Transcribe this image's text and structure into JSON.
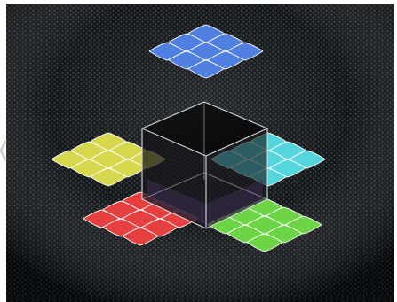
{
  "scene": {
    "background_colors": {
      "frame": "#ffffff",
      "panel_dark": "#07090b",
      "panel_glow": "#2a3035",
      "hex_texture": "#3b4248"
    },
    "cube": {
      "edge_color": "#cfd3d6",
      "top_face_color": "#0c0d0e",
      "left_face_color": "#111111",
      "right_face_color": "#101214",
      "shadow_tint": "#3c2d4c"
    },
    "tile_faces": [
      {
        "name": "top",
        "color": "#4f7fe0",
        "rows": 3,
        "cols": 3
      },
      {
        "name": "left",
        "color": "#d8d84f",
        "rows": 3,
        "cols": 3
      },
      {
        "name": "right",
        "color": "#54d6dc",
        "rows": 3,
        "cols": 3
      },
      {
        "name": "bottom-left",
        "color": "#e63f3f",
        "rows": 3,
        "cols": 3
      },
      {
        "name": "bottom-right",
        "color": "#6cd545",
        "rows": 3,
        "cols": 3
      }
    ],
    "side_arrow": {
      "icon": "chevron-left-icon",
      "color": "#d0d0d0"
    }
  }
}
